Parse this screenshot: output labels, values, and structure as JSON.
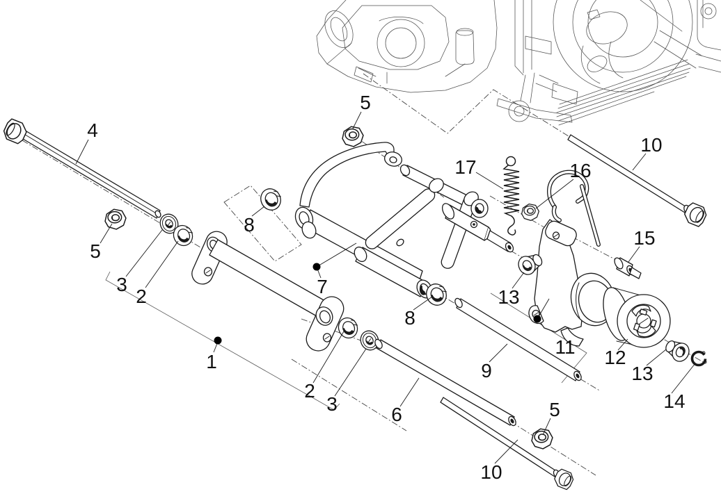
{
  "diagram": {
    "background_color": "#ffffff",
    "part_line_color": "#1a1a1a",
    "engine_line_color": "#4f4f4f",
    "callout_font_color": "#111111",
    "marker_dot_color": "#000000"
  },
  "callouts": [
    {
      "text": "4"
    },
    {
      "text": "5"
    },
    {
      "text": "3"
    },
    {
      "text": "2"
    },
    {
      "text": "1"
    },
    {
      "text": "7"
    },
    {
      "text": "8"
    },
    {
      "text": "8"
    },
    {
      "text": "5"
    },
    {
      "text": "2"
    },
    {
      "text": "3"
    },
    {
      "text": "6"
    },
    {
      "text": "9"
    },
    {
      "text": "10"
    },
    {
      "text": "5"
    },
    {
      "text": "17"
    },
    {
      "text": "16"
    },
    {
      "text": "10"
    },
    {
      "text": "11"
    },
    {
      "text": "13"
    },
    {
      "text": "12"
    },
    {
      "text": "13"
    },
    {
      "text": "14"
    },
    {
      "text": "15"
    }
  ]
}
